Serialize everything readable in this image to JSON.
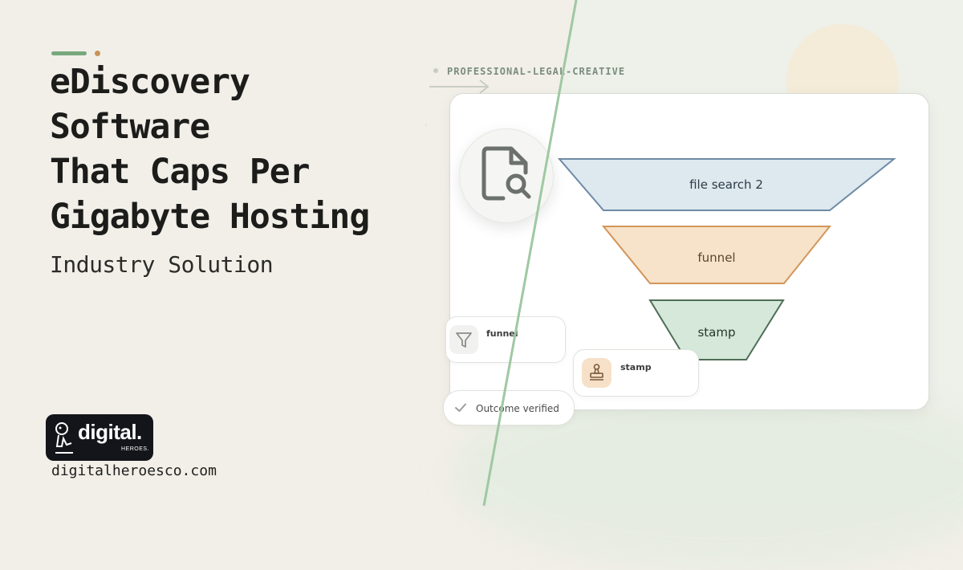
{
  "headline": {
    "lines": [
      "eDiscovery",
      "Software",
      "That Caps Per",
      "Gigabyte Hosting"
    ],
    "subtitle": "Industry Solution"
  },
  "brand": {
    "logo_text": "digital.",
    "logo_subtext": "HEROES.",
    "website": "digitalheroesco.com"
  },
  "visual": {
    "eyebrow": "PROFESSIONAL-LEGAL-CREATIVE",
    "doc_icon": "file-search-icon",
    "funnel": {
      "stages": [
        {
          "label": "file search 2",
          "fill": "#dde8ef",
          "stroke": "#6f8aa6"
        },
        {
          "label": "funnel",
          "fill": "#f6e3c9",
          "stroke": "#d3955a"
        },
        {
          "label": "stamp",
          "fill": "#d6e8da",
          "stroke": "#4f6e57"
        }
      ]
    },
    "chips": {
      "funnel": {
        "label": "funnel",
        "icon": "funnel-icon"
      },
      "stamp": {
        "label": "stamp",
        "icon": "stamp-icon"
      },
      "verified": {
        "label": "Outcome verified",
        "icon": "check-icon"
      }
    }
  },
  "colors": {
    "accent_green": "#78a97e",
    "accent_orange": "#c9935a",
    "divider_green": "#9fc8a2"
  }
}
